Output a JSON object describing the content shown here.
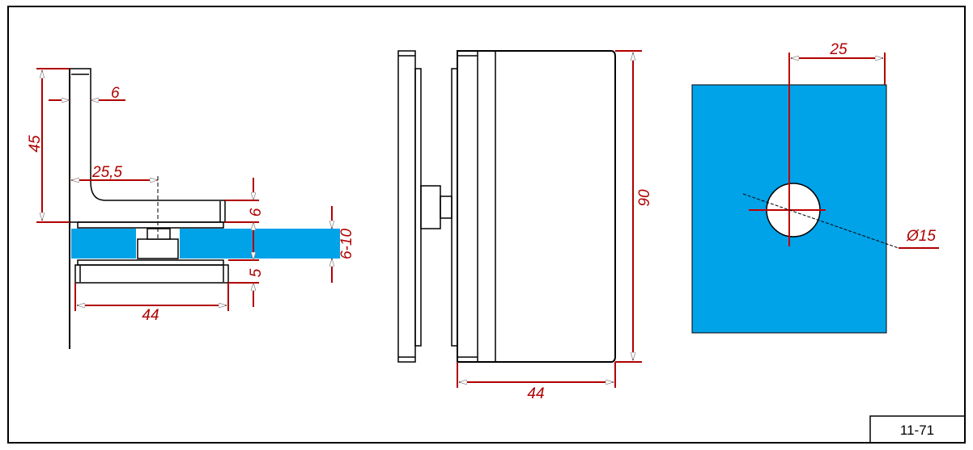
{
  "colors": {
    "dimension": "#b00000",
    "glass": "#00a2e8",
    "outline": "#000000"
  },
  "side_view": {
    "plate_thickness": "6",
    "height": "45",
    "hole_offset": "25,5",
    "base_thickness": "6",
    "glass_thickness": "6-10",
    "clamp_thickness": "5",
    "width": "44"
  },
  "front_view": {
    "height": "90",
    "width": "44"
  },
  "glass_view": {
    "hole_offset": "25",
    "hole_diameter": "Ø15"
  },
  "title_block": {
    "drawing_number": "11-71"
  }
}
